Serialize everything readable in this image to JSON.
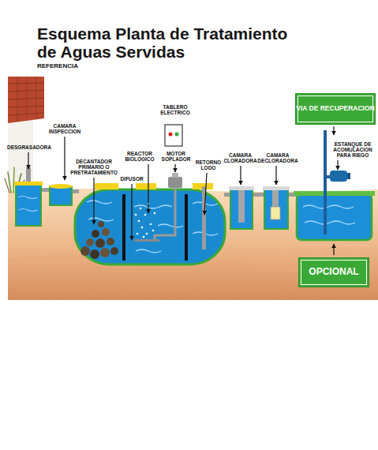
{
  "diagram": {
    "title": "Esquema Planta de Tratamiento de Aguas Servidas",
    "nodes": [
      {
        "text": [
          "VIA DE RECUPERACION"
        ]
      },
      {
        "text": [
          "OPCIONAL"
        ]
      }
    ],
    "labels": [
      "REFERENCIA",
      "TABLERO ELECTRICO",
      "CAMARA INSPECCION",
      "DESGRASADORA",
      "REACTOR BIOLOGICO",
      "DECANTADOR PRIMARIO O PRETRATAMIENTO",
      "MOTOR SOPLADOR",
      "RETORNO LODO",
      "CAMARA CLORADORA",
      "CAMARA DECLORADORA",
      "ESTANQUE DE ACOMULACION PARA RIEGO",
      "DIFUSOR"
    ]
  }
}
